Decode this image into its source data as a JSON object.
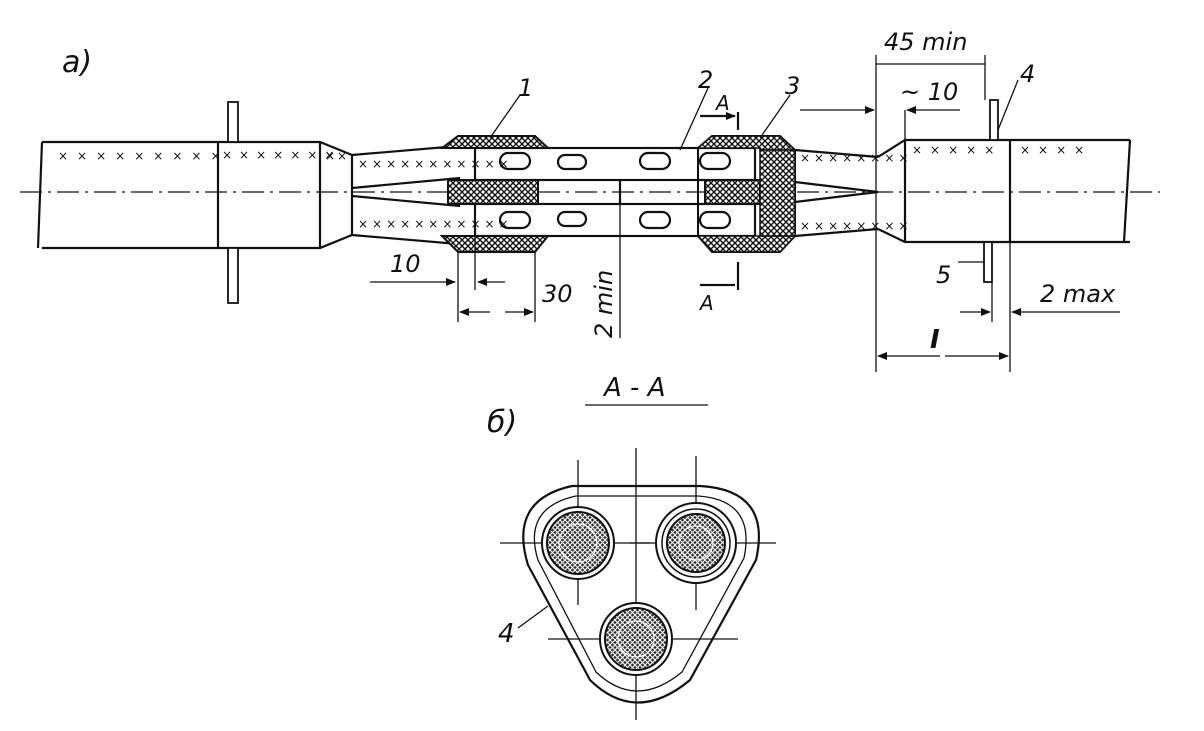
{
  "figure": {
    "view_a": {
      "label": "а)",
      "callouts": [
        "1",
        "2",
        "3",
        "4",
        "5"
      ],
      "dimensions": {
        "d10": "10",
        "d30": "30",
        "d2min": "2 min",
        "d45min": "45 min",
        "d10approx": "~ 10",
        "d2max": "2 max",
        "roman": "I"
      },
      "section_mark": "A"
    },
    "view_b": {
      "label": "б)",
      "section_title": "А - А",
      "callout": "4"
    }
  }
}
